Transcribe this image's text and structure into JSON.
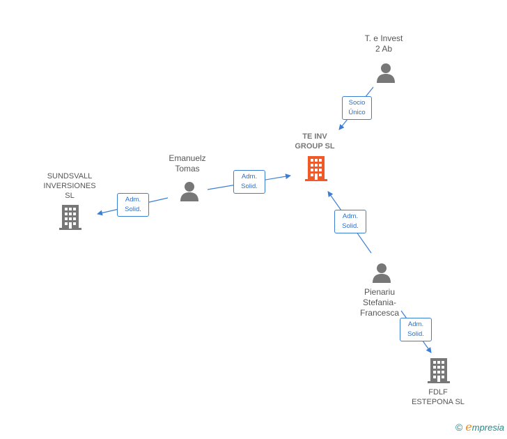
{
  "colors": {
    "edge": "#3b7fd4",
    "icon_gray": "#777777",
    "center_company": "#f05a28",
    "brand_e": "#f08a1c",
    "brand_text": "#1e8a8a"
  },
  "nodes": {
    "te_invest": {
      "label": "T. e Invest\n2 Ab",
      "type": "person",
      "icon": "person-icon"
    },
    "te_inv_group": {
      "label": "TE INV\nGROUP  SL",
      "type": "company-main",
      "icon": "building-icon"
    },
    "emanuelz": {
      "label": "Emanuelz\nTomas",
      "type": "person",
      "icon": "person-icon"
    },
    "sundsvall": {
      "label": "SUNDSVALL\nINVERSIONES\nSL",
      "type": "company",
      "icon": "building-icon"
    },
    "pienariu": {
      "label": "Pienariu\nStefania-\nFrancesca",
      "type": "person",
      "icon": "person-icon"
    },
    "fdlf": {
      "label": "FDLF\nESTEPONA  SL",
      "type": "company",
      "icon": "building-icon"
    }
  },
  "edges": {
    "socio_unico": {
      "label": "Socio\nÚnico"
    },
    "emanuelz_to_group": {
      "label": "Adm.\nSolid."
    },
    "emanuelz_to_sundsvall": {
      "label": "Adm.\nSolid."
    },
    "pienariu_to_group": {
      "label": "Adm.\nSolid."
    },
    "pienariu_to_fdlf": {
      "label": "Adm.\nSolid."
    }
  },
  "footer": {
    "copyright_symbol": "©",
    "brand_initial": "e",
    "brand_rest": "mpresia"
  }
}
